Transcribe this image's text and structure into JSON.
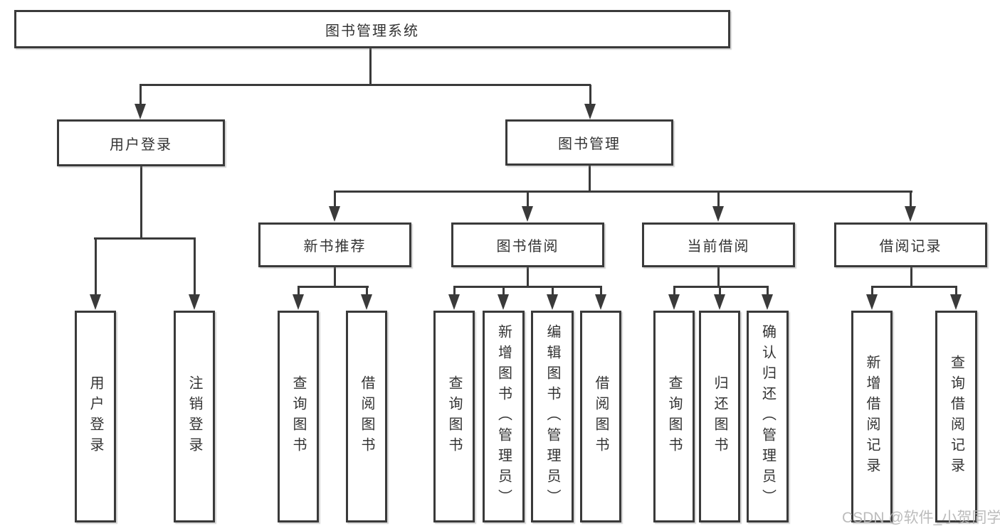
{
  "diagram": {
    "title": "图书管理系统",
    "watermark": "CSDN @软件_小贺同学",
    "colors": {
      "line": "#3a3a3a",
      "text": "#333333",
      "watermark": "#b5b5b5",
      "background": "#ffffff"
    },
    "nodes": {
      "root": "图书管理系统",
      "user_login": "用户登录",
      "book_mgmt": "图书管理",
      "login": "用户登录",
      "logout": "注销登录",
      "new_book_rec": "新书推荐",
      "book_borrow": "图书借阅",
      "current_borrow": "当前借阅",
      "borrow_records": "借阅记录",
      "rec_query_books": "查询图书",
      "rec_borrow_books": "借阅图书",
      "bb_query_books": "查询图书",
      "bb_add_books": "新增图书（管理员）",
      "bb_edit_books": "编辑图书（管理员）",
      "bb_borrow_books": "借阅图书",
      "cb_query_books": "查询图书",
      "cb_return_books": "归还图书",
      "cb_confirm_return": "确认归还（管理员）",
      "br_add_record": "新增借阅记录",
      "br_query_record": "查询借阅记录"
    }
  }
}
